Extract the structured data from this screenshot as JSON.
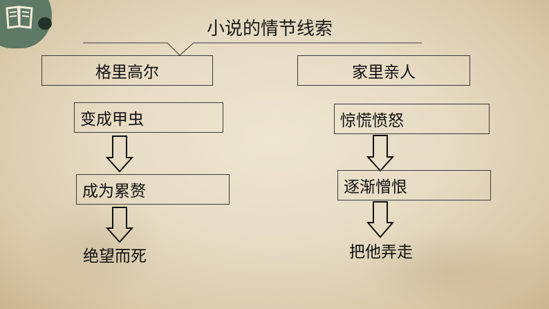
{
  "title": "小说的情节线索",
  "left_branch": {
    "heading": "格里高尔",
    "steps": [
      "变成甲虫",
      "成为累赘"
    ],
    "ending": "绝望而死"
  },
  "right_branch": {
    "heading": "家里亲人",
    "steps": [
      "惊慌愤怒",
      "逐渐憎恨"
    ],
    "ending": "把他弄走"
  },
  "colors": {
    "badge": "#5e7a66",
    "line": "#3a3a3a"
  },
  "icons": {
    "badge_icon": "book-icon",
    "arrow": "down-arrow-icon"
  }
}
